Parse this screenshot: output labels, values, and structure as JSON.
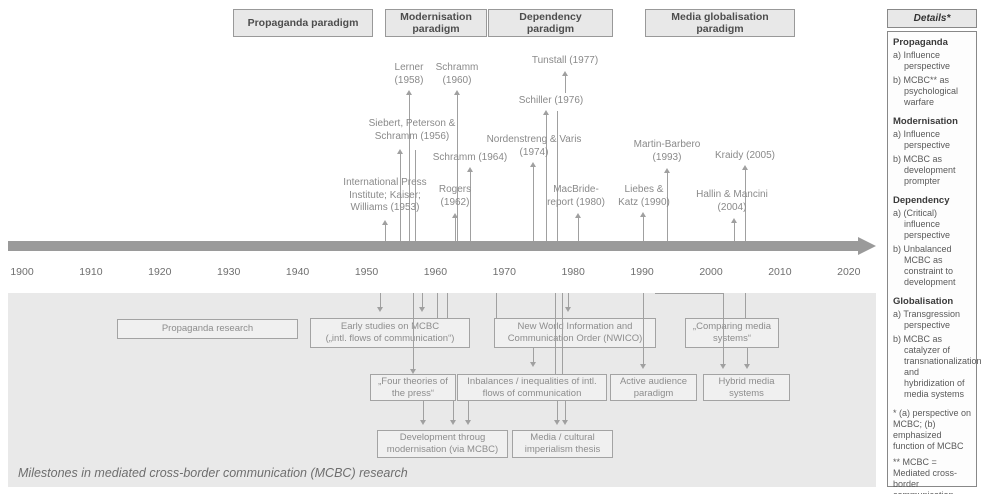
{
  "caption": "Milestones in mediated cross-border communication (MCBC) research",
  "paradigms": [
    {
      "label": "Propaganda paradigm"
    },
    {
      "label": "Modernisation paradigm"
    },
    {
      "label": "Dependency paradigm"
    },
    {
      "label": "Media globalisation paradigm"
    }
  ],
  "timeline": {
    "years": [
      "1900",
      "1910",
      "1920",
      "1930",
      "1940",
      "1950",
      "1960",
      "1970",
      "1980",
      "1990",
      "2000",
      "2010",
      "2020"
    ]
  },
  "milestones": [
    {
      "label": "Lerner\n(1958)",
      "year": 1958
    },
    {
      "label": "Schramm\n(1960)",
      "year": 1960
    },
    {
      "label": "Tunstall (1977)",
      "year": 1977
    },
    {
      "label": "Schiller (1976)",
      "year": 1976
    },
    {
      "label": "Siebert, Peterson &\nSchramm (1956)",
      "year": 1956
    },
    {
      "label": "Nordenstreng & Varis\n(1974)",
      "year": 1974
    },
    {
      "label": "Schramm (1964)",
      "year": 1964
    },
    {
      "label": "Martin-Barbero\n(1993)",
      "year": 1993
    },
    {
      "label": "Kraidy (2005)",
      "year": 2005
    },
    {
      "label": "International Press\nInstitute; Kaiser;\nWilliams (1953)",
      "year": 1953
    },
    {
      "label": "Rogers\n(1962)",
      "year": 1962
    },
    {
      "label": "MacBride-\nreport (1980)",
      "year": 1980
    },
    {
      "label": "Liebes &\nKatz (1990)",
      "year": 1990
    },
    {
      "label": "Hallin & Mancini\n(2004)",
      "year": 2004
    }
  ],
  "research_boxes": [
    {
      "label": "Propaganda research"
    },
    {
      "label": "Early studies on MCBC\n(„intl. flows of communication“)"
    },
    {
      "label": "New World Information and\nCommunication Order (NWICO)"
    },
    {
      "label": "„Comparing media\nsystems“"
    },
    {
      "label": "„Four theories of\nthe press“"
    },
    {
      "label": "Inbalances / inequalities of intl.\nflows of communication"
    },
    {
      "label": "Active audience\nparadigm"
    },
    {
      "label": "Hybrid media\nsystems"
    },
    {
      "label": "Development throug\nmodernisation (via MCBC)"
    },
    {
      "label": "Media / cultural\nimperialism thesis"
    }
  ],
  "details": {
    "title": "Details*",
    "sections": [
      {
        "heading": "Propaganda",
        "items": [
          "a) Influence perspective",
          "b) MCBC** as psychological warfare"
        ]
      },
      {
        "heading": "Modernisation",
        "items": [
          "a) Influence perspective",
          "b) MCBC as development prompter"
        ]
      },
      {
        "heading": "Dependency",
        "items": [
          "a) (Critical) influence perspective",
          "b) Unbalanced MCBC as constraint to development"
        ]
      },
      {
        "heading": "Globalisation",
        "items": [
          "a) Transgression perspective",
          "b) MCBC as catalyzer of transnationalization and hybridization of media systems"
        ]
      }
    ],
    "footnotes": [
      "* (a) perspective on MCBC; (b) emphasized function of MCBC",
      "** MCBC = Mediated cross-border communication"
    ]
  },
  "colors": {
    "timeline_bar": "#9a9a9a",
    "band_background": "#e9e9e9",
    "box_fill": "#f0f0f0",
    "box_border": "#999999",
    "text_gray": "#8a8a8a"
  }
}
